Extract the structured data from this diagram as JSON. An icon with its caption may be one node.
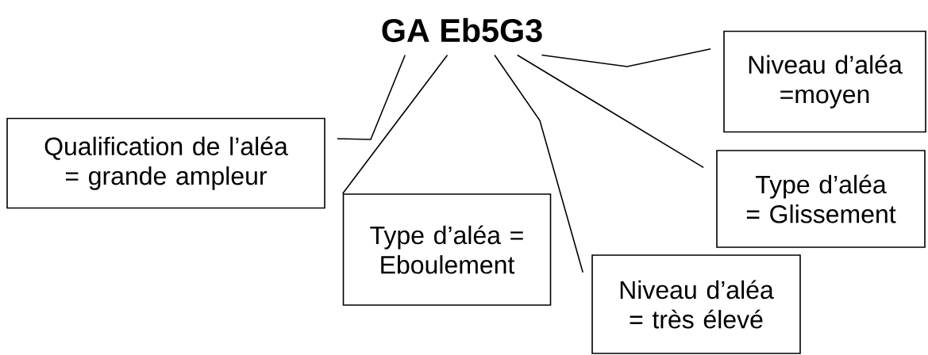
{
  "diagram": {
    "nodes": [
      {
        "text": [
          "GA Eb5G3"
        ]
      },
      {
        "text": [
          "Qualification de l’aléa = grande ampleur"
        ]
      },
      {
        "text": [
          "Type d’aléa = Eboulement"
        ]
      },
      {
        "text": [
          "Niveau d’aléa =moyen"
        ]
      },
      {
        "text": [
          "Type d’aléa = Glissement"
        ]
      },
      {
        "text": [
          "Niveau d’aléa = très élevé"
        ]
      }
    ],
    "edges": [
      {
        "from": 1,
        "to": 0,
        "arrow": "none"
      },
      {
        "from": 2,
        "to": 0,
        "arrow": "none"
      },
      {
        "from": 5,
        "to": 0,
        "arrow": "none"
      },
      {
        "from": 4,
        "to": 0,
        "arrow": "none"
      },
      {
        "from": 3,
        "to": 0,
        "arrow": "none"
      }
    ]
  }
}
